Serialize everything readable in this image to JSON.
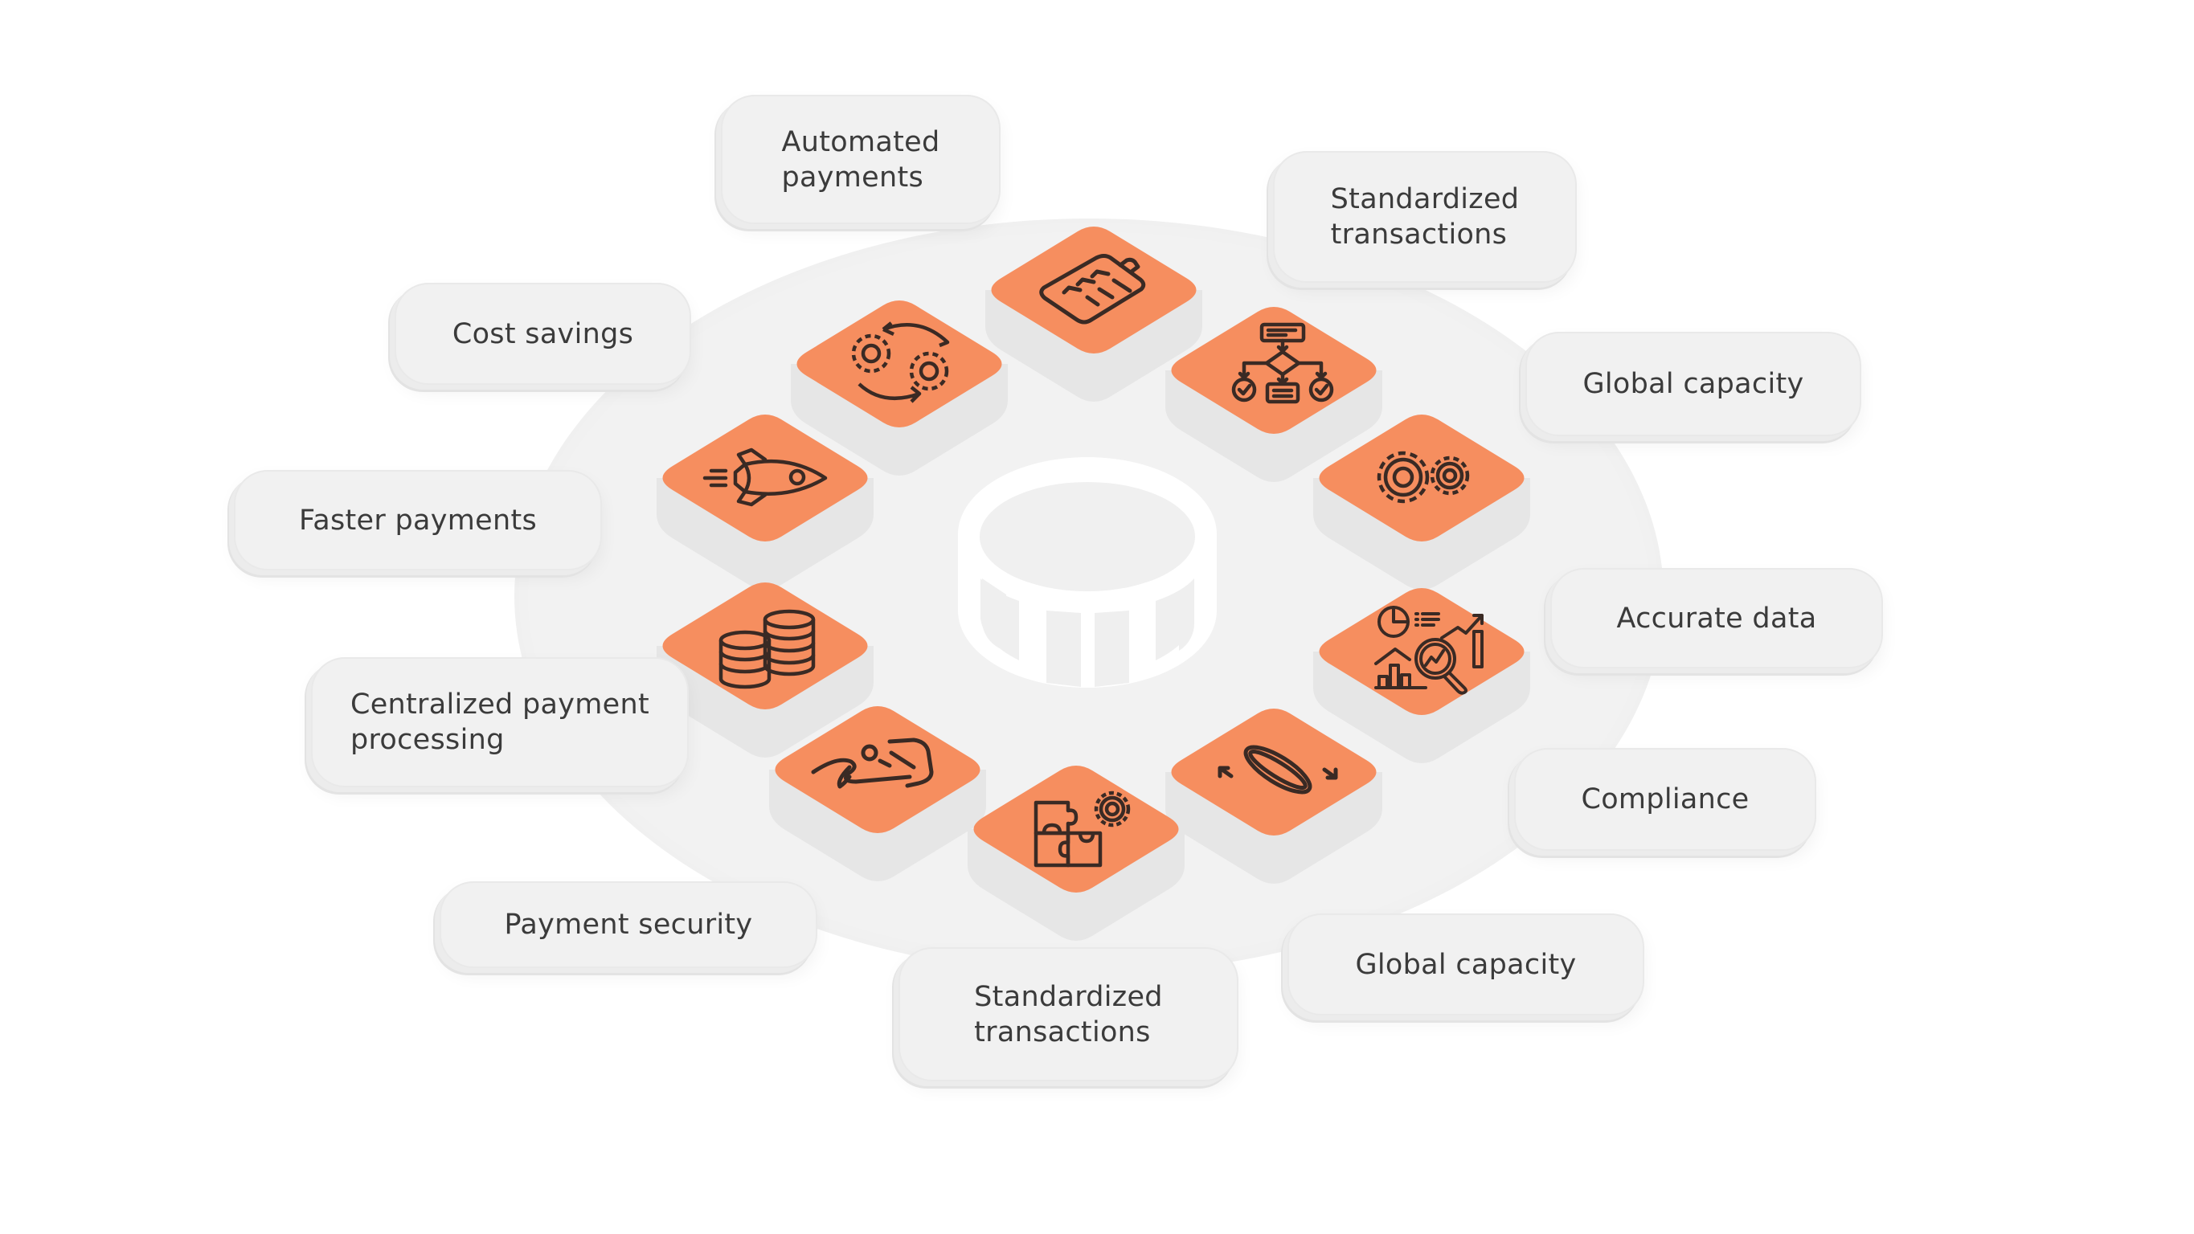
{
  "diagram": {
    "title": "",
    "colors": {
      "tile_orange": "#F68E5F",
      "tile_side": "#E6E6E6",
      "icon_stroke": "#3A2A24",
      "card_bg": "#F1F1F1",
      "card_text": "#3B3B3B",
      "ring_bg": "#F2F2F2",
      "center_icon": "#FFFFFF"
    },
    "center": {
      "icon": "coin-stack-icon"
    },
    "labels": [
      {
        "id": "automated-payments",
        "text": "Automated\npayments"
      },
      {
        "id": "standardized-transactions-top",
        "text": "Standardized\ntransactions"
      },
      {
        "id": "cost-savings",
        "text": "Cost savings"
      },
      {
        "id": "global-capacity-right",
        "text": "Global capacity"
      },
      {
        "id": "faster-payments",
        "text": "Faster payments"
      },
      {
        "id": "accurate-data",
        "text": "Accurate data"
      },
      {
        "id": "centralized-payment-processing",
        "text": "Centralized payment\nprocessing"
      },
      {
        "id": "compliance",
        "text": "Compliance"
      },
      {
        "id": "payment-security",
        "text": "Payment security"
      },
      {
        "id": "global-capacity-bottom",
        "text": "Global capacity"
      },
      {
        "id": "standardized-transactions-bottom",
        "text": "Standardized\ntransactions"
      }
    ],
    "tiles": [
      {
        "icon": "clipboard-checklist-icon"
      },
      {
        "icon": "gears-cycle-icon"
      },
      {
        "icon": "flowchart-icon"
      },
      {
        "icon": "rocket-icon"
      },
      {
        "icon": "gears-icon"
      },
      {
        "icon": "coin-stacks-icon"
      },
      {
        "icon": "analytics-magnifier-icon"
      },
      {
        "icon": "signing-document-icon"
      },
      {
        "icon": "coin-rotation-icon"
      },
      {
        "icon": "puzzle-gear-icon"
      }
    ]
  }
}
